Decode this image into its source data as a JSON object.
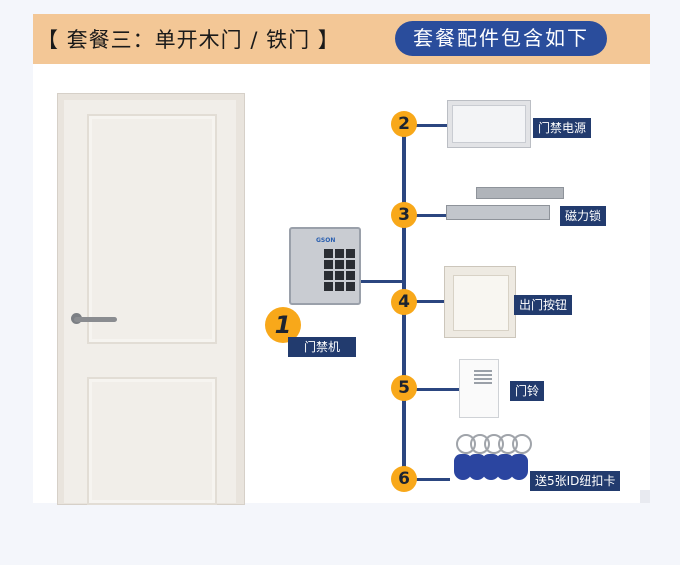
{
  "header": {
    "title": "【 套餐三：单开木门 / 铁门 】",
    "pill": "套餐配件包含如下"
  },
  "main_unit": {
    "num": "1",
    "label": "门禁机",
    "brand": "GSON"
  },
  "accessories": [
    {
      "num": "2",
      "label": "门禁电源"
    },
    {
      "num": "3",
      "label": "磁力锁"
    },
    {
      "num": "4",
      "label": "出门按钮"
    },
    {
      "num": "5",
      "label": "门铃"
    },
    {
      "num": "6",
      "label": "送5张ID纽扣卡"
    }
  ],
  "colors": {
    "accent": "#f8a81a",
    "label_bg": "#223b6e",
    "header_bg": "#f3c796",
    "pill_bg": "#2a4d9c"
  }
}
